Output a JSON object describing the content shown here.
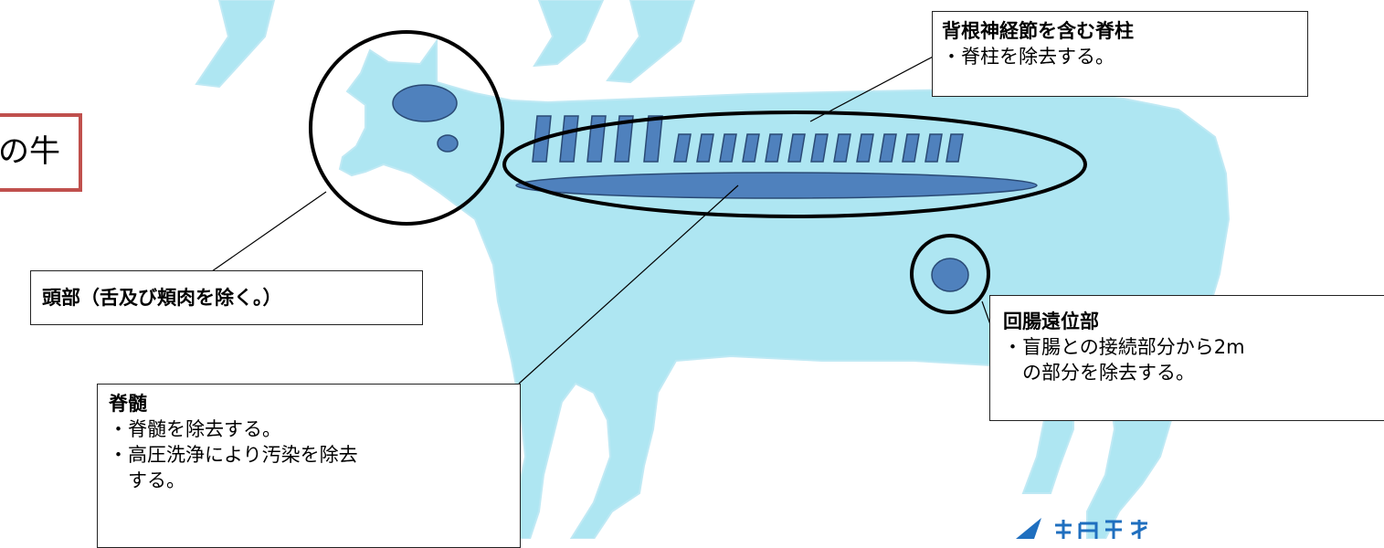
{
  "page_title_fragment": "の牛",
  "callouts": {
    "spine": {
      "title": "背根神経節を含む脊柱",
      "lines": [
        "・脊柱を除去する。"
      ]
    },
    "head": {
      "title": "頭部（舌及び頬肉を除く。）"
    },
    "spinal_cord": {
      "title": "脊髄",
      "lines": [
        "・脊髄を除去する。",
        "・高圧洗浄により汚染を除去",
        "　する。"
      ]
    },
    "ileum": {
      "title": "回腸遠位部",
      "lines": [
        "・盲腸との接続部分から2m",
        "　の部分を除去する。"
      ]
    }
  },
  "colors": {
    "cow_fill": "#aee6f2",
    "part_fill": "#4f81bd",
    "outline": "#000000",
    "tag_border": "#c0504d",
    "logo": "#1f6fbf"
  }
}
